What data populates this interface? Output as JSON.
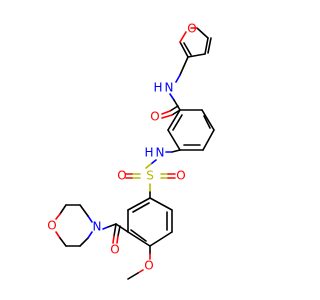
{
  "molecule": {
    "atoms": {
      "furan_o": "O",
      "amide_n": "N",
      "amide_h": "H",
      "amide_o": "O",
      "sulfonamide_n": "N",
      "sulfonamide_h": "H",
      "sulfur": "S",
      "sulfonyl_o_left": "O",
      "sulfonyl_o_right": "O",
      "morpholine_o": "O",
      "morpholine_n": "N",
      "carbonyl_o": "O",
      "methoxy_o": "O"
    },
    "colors": {
      "carbon": "#000000",
      "oxygen": "#ff0000",
      "nitrogen": "#0000ff",
      "sulfur": "#b8b800"
    }
  }
}
